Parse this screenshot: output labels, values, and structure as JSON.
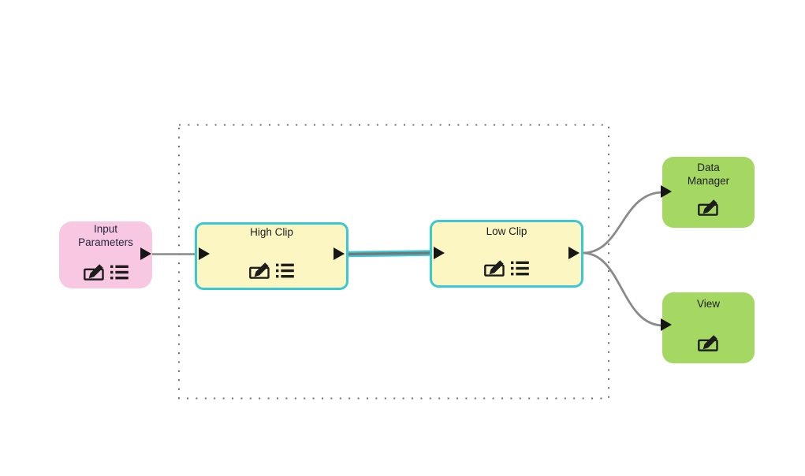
{
  "palette": {
    "background": "#FFFFFF",
    "input_node_fill": "#F8C8E2",
    "clip_node_fill": "#FCF6C2",
    "clip_node_border": "#3BC7D3",
    "output_node_fill": "#A5D763",
    "connector": "#8A8A8A",
    "connector_highlight": "#3BC7D3",
    "group_box_dots": "#6F6F6F",
    "port": "#161616",
    "label": "#1F1F1F"
  },
  "nodes": {
    "input_parameters": {
      "line1": "Input",
      "line2": "Parameters",
      "icons": [
        "annotate-icon",
        "parameter-list-icon"
      ]
    },
    "high_clip": {
      "title": "High Clip",
      "selected": true,
      "icons": [
        "annotate-icon",
        "parameter-list-icon"
      ]
    },
    "low_clip": {
      "title": "Low Clip",
      "selected": true,
      "icons": [
        "annotate-icon",
        "parameter-list-icon"
      ]
    },
    "data_manager": {
      "line1": "Data",
      "line2": "Manager",
      "icons": [
        "annotate-icon"
      ]
    },
    "view": {
      "title": "View",
      "icons": [
        "annotate-icon"
      ]
    }
  },
  "connections": [
    {
      "from": "Input Parameters",
      "to": "High Clip",
      "highlighted": false
    },
    {
      "from": "High Clip",
      "to": "Low Clip",
      "highlighted": true
    },
    {
      "from": "Low Clip",
      "to": "Data Manager",
      "highlighted": false
    },
    {
      "from": "Low Clip",
      "to": "View",
      "highlighted": false
    }
  ],
  "group_box": {
    "style": "dotted",
    "contains": [
      "High Clip",
      "Low Clip"
    ]
  }
}
